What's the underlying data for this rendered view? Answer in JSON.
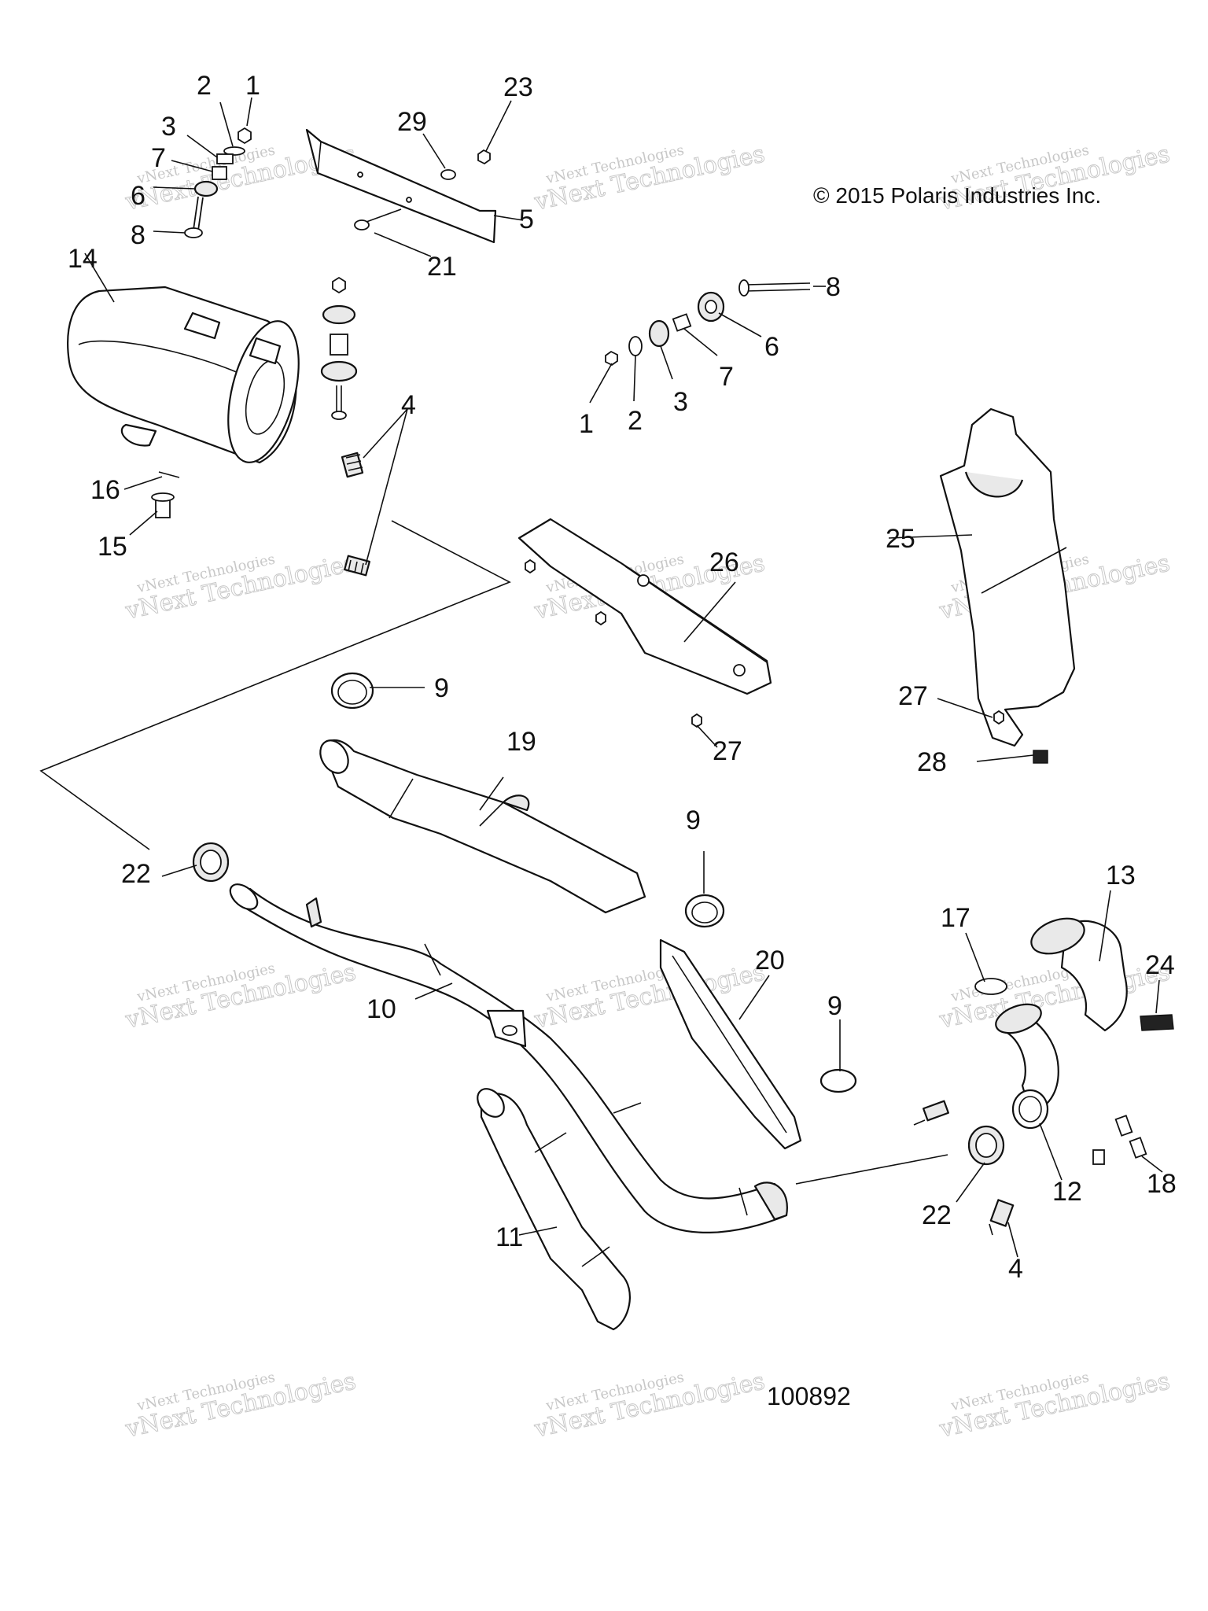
{
  "copyright": "© 2015 Polaris Industries Inc.",
  "drawing_number": "100892",
  "watermark": {
    "line1": "vNext Technologies",
    "line2": "vNext Technologies"
  },
  "callouts": [
    {
      "id": "c1a",
      "label": "1"
    },
    {
      "id": "c2a",
      "label": "2"
    },
    {
      "id": "c3a",
      "label": "3"
    },
    {
      "id": "c7a",
      "label": "7"
    },
    {
      "id": "c6a",
      "label": "6"
    },
    {
      "id": "c8a",
      "label": "8"
    },
    {
      "id": "c29",
      "label": "29"
    },
    {
      "id": "c23",
      "label": "23"
    },
    {
      "id": "c5",
      "label": "5"
    },
    {
      "id": "c21",
      "label": "21"
    },
    {
      "id": "c14",
      "label": "14"
    },
    {
      "id": "c8b",
      "label": "8"
    },
    {
      "id": "c6b",
      "label": "6"
    },
    {
      "id": "c7b",
      "label": "7"
    },
    {
      "id": "c3b",
      "label": "3"
    },
    {
      "id": "c2b",
      "label": "2"
    },
    {
      "id": "c1b",
      "label": "1"
    },
    {
      "id": "c4a",
      "label": "4"
    },
    {
      "id": "c16",
      "label": "16"
    },
    {
      "id": "c15",
      "label": "15"
    },
    {
      "id": "c25",
      "label": "25"
    },
    {
      "id": "c26",
      "label": "26"
    },
    {
      "id": "c9a",
      "label": "9"
    },
    {
      "id": "c27a",
      "label": "27"
    },
    {
      "id": "c27b",
      "label": "27"
    },
    {
      "id": "c28",
      "label": "28"
    },
    {
      "id": "c19",
      "label": "19"
    },
    {
      "id": "c9b",
      "label": "9"
    },
    {
      "id": "c22a",
      "label": "22"
    },
    {
      "id": "c13",
      "label": "13"
    },
    {
      "id": "c17",
      "label": "17"
    },
    {
      "id": "c24",
      "label": "24"
    },
    {
      "id": "c20",
      "label": "20"
    },
    {
      "id": "c10",
      "label": "10"
    },
    {
      "id": "c9c",
      "label": "9"
    },
    {
      "id": "c18",
      "label": "18"
    },
    {
      "id": "c12",
      "label": "12"
    },
    {
      "id": "c22b",
      "label": "22"
    },
    {
      "id": "c11",
      "label": "11"
    },
    {
      "id": "c4b",
      "label": "4"
    }
  ]
}
